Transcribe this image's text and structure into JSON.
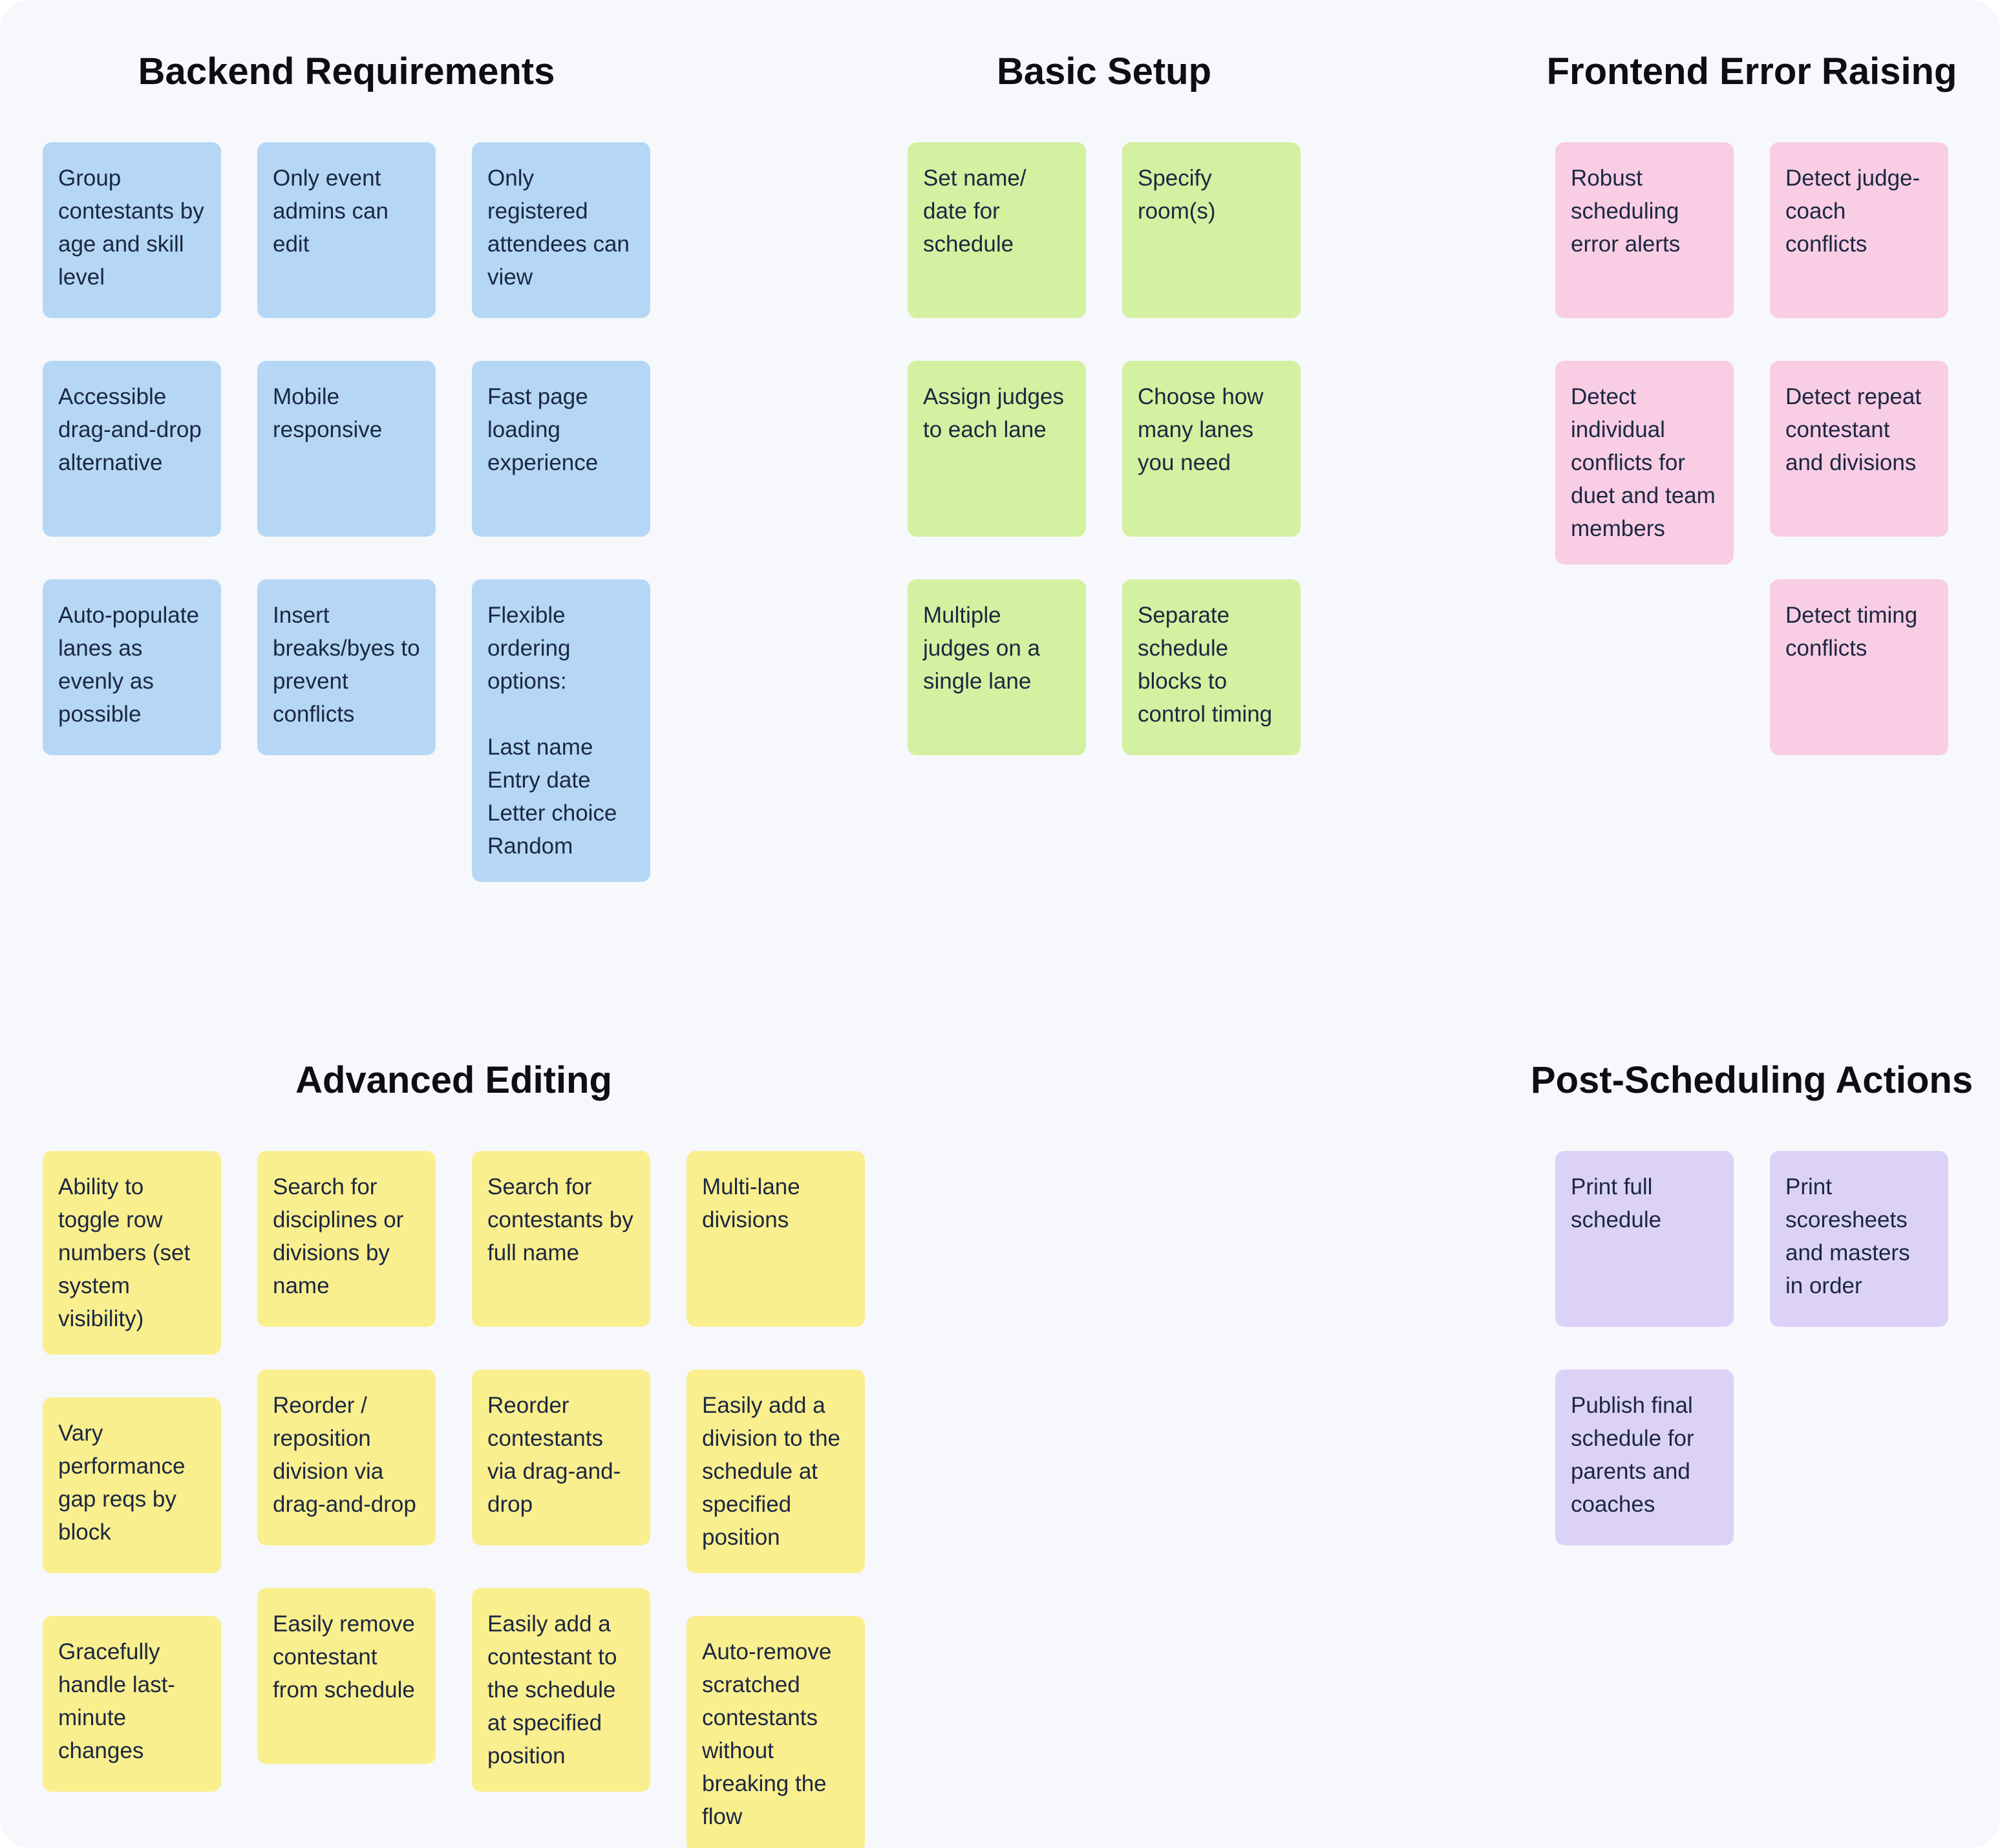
{
  "board": {
    "background_color": "#f7f8fb",
    "note_text_color": "#1b2742",
    "title_color": "#0c0e14"
  },
  "sections": [
    {
      "title": "Backend Requirements",
      "note_color": "#b5d7f5",
      "columns": [
        [
          "Group contestants by age and skill level",
          "Accessible drag-and-drop alternative",
          "Auto-populate lanes as evenly as possible"
        ],
        [
          "Only event admins can edit",
          "Mobile responsive",
          "Insert breaks/byes to prevent conflicts"
        ],
        [
          "Only registered attendees can view",
          "Fast page loading experience",
          "Flexible ordering options:\n\nLast name\nEntry date\nLetter choice\nRandom"
        ]
      ]
    },
    {
      "title": "Basic Setup",
      "note_color": "#d3f1a0",
      "columns": [
        [
          "Set name/ date for schedule",
          "Assign judges to each lane",
          "Multiple judges on a single lane"
        ],
        [
          "Specify room(s)",
          "Choose how many lanes you need",
          "Separate schedule blocks to control timing"
        ]
      ]
    },
    {
      "title": "Frontend Error Raising",
      "note_color": "#f9cde4",
      "columns": [
        [
          "Robust scheduling error alerts",
          "Detect individual conflicts for duet and team members"
        ],
        [
          "Detect judge-coach conflicts",
          "Detect repeat contestant and divisions",
          "Detect timing conflicts"
        ]
      ]
    },
    {
      "title": "Advanced Editing",
      "note_color": "#faef8e",
      "columns": [
        [
          "Ability to toggle row numbers (set system visibility)",
          "Vary performance gap reqs by block",
          "Gracefully handle last-minute changes"
        ],
        [
          "Search for disciplines or divisions by name",
          "Reorder / reposition division via drag-and-drop",
          "Easily remove contestant from schedule"
        ],
        [
          "Search for contestants by full name",
          "Reorder contestants via drag-and-drop",
          "Easily add a contestant to the schedule at specified position"
        ],
        [
          "Multi-lane divisions",
          "Easily add a division to the schedule at specified position",
          "Auto-remove scratched contestants without breaking the flow"
        ]
      ]
    },
    {
      "title": "Post-Scheduling Actions",
      "note_color": "#dcd2f7",
      "columns": [
        [
          "Print full schedule",
          "Publish final schedule for parents and coaches"
        ],
        [
          "Print scoresheets and masters in order"
        ]
      ]
    }
  ]
}
